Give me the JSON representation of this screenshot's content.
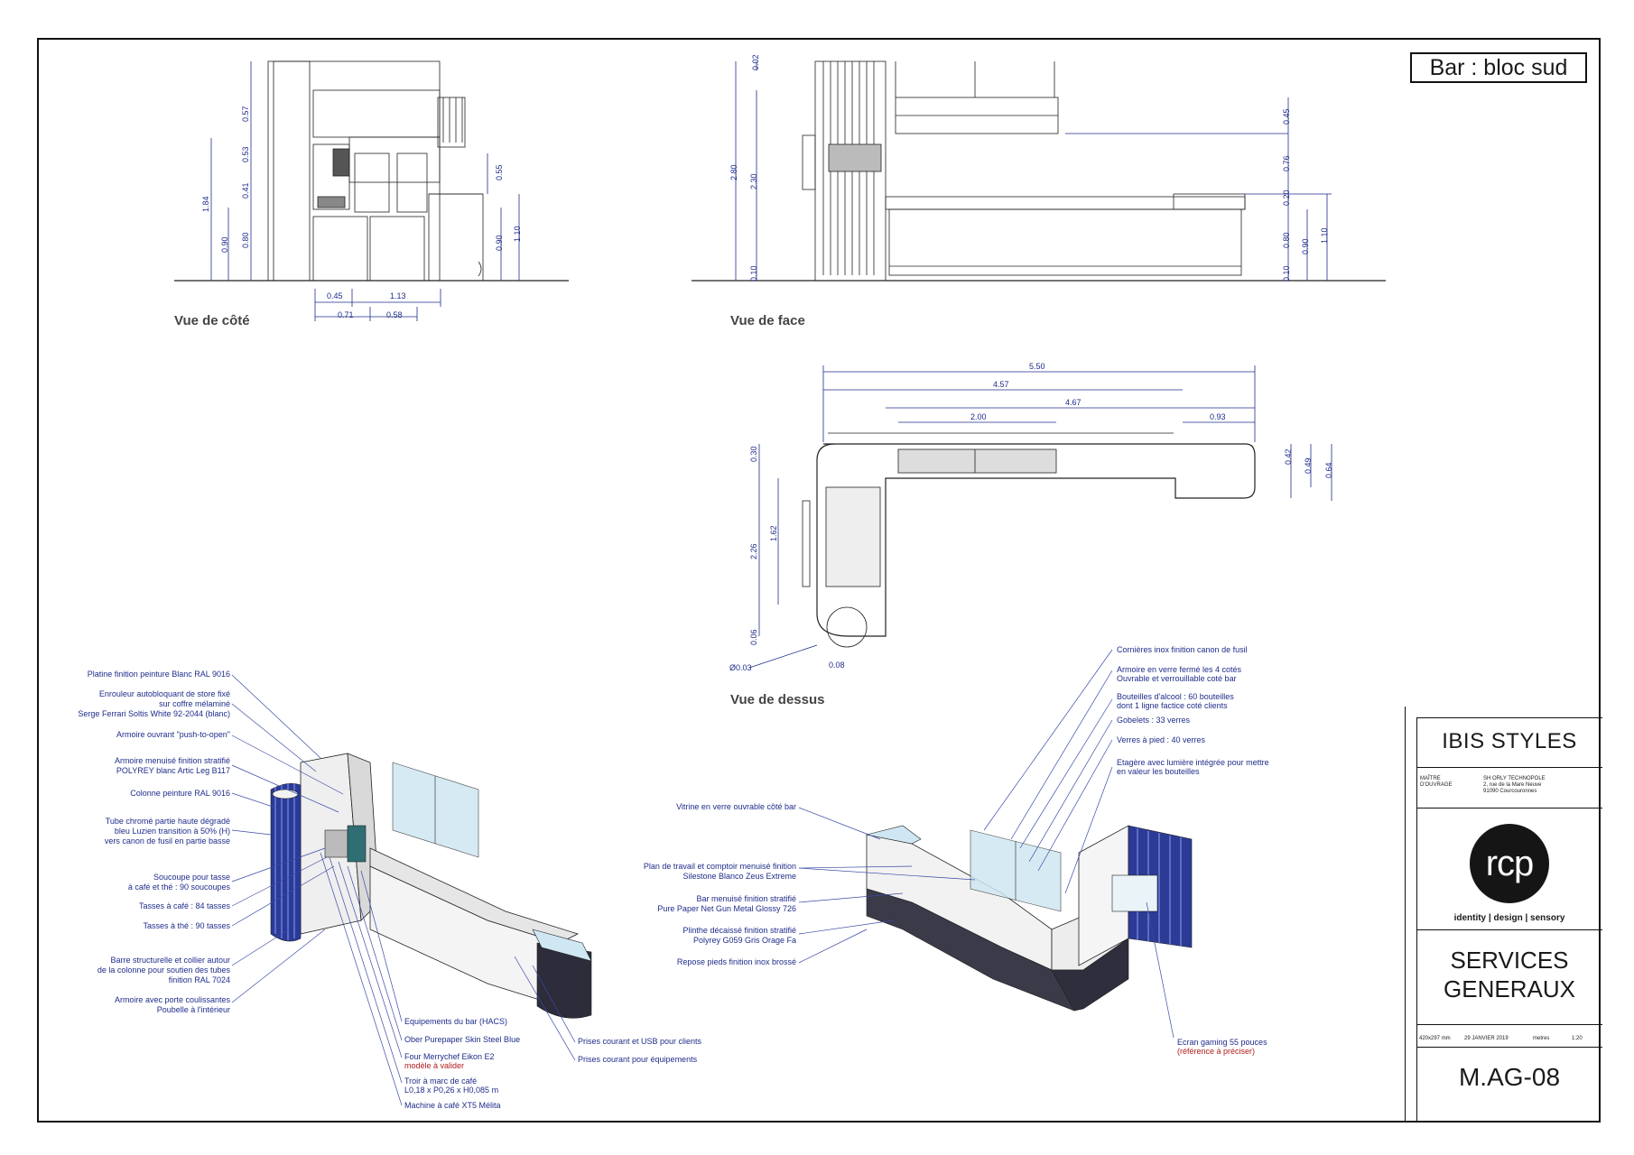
{
  "sheet_title": "Bar : bloc sud",
  "views": {
    "side": "Vue de côté",
    "front": "Vue de face",
    "top": "Vue de dessus"
  },
  "dimensions": {
    "side_vertical": [
      "0.57",
      "0.53",
      "0.41",
      "0.80",
      "0.90",
      "1.84",
      "0.55",
      "0.90",
      "1.10"
    ],
    "side_horizontal": [
      "0.45",
      "1.13",
      "0.71",
      "0.58"
    ],
    "front_vertical": [
      "0.02",
      "2.80",
      "2.30",
      "0.10",
      "0.45",
      "0.76",
      "0.20",
      "0.80",
      "0.90",
      "1.10",
      "0.10"
    ],
    "top_horizontal": [
      "5.50",
      "4.57",
      "4.67",
      "2.00",
      "0.93"
    ],
    "top_vertical": [
      "0.30",
      "1.62",
      "2.26",
      "0.06",
      "0.42",
      "0.49",
      "0.64"
    ],
    "top_misc": [
      "Ø0.03",
      "0.08"
    ]
  },
  "left_labels": [
    {
      "lines": [
        "Platine finition peinture Blanc RAL 9016"
      ]
    },
    {
      "lines": [
        "Enrouleur autobloquant de store fixé",
        "sur coffre mélaminé",
        "Serge Ferrari Soltis White 92-2044 (blanc)"
      ]
    },
    {
      "lines": [
        "Armoire ouvrant \"push-to-open\""
      ]
    },
    {
      "lines": [
        "Armoire menuisé finition stratifié",
        "POLYREY blanc Artic Leg B117"
      ]
    },
    {
      "lines": [
        "Colonne peinture RAL 9016"
      ]
    },
    {
      "lines": [
        "Tube chromé partie haute dégradé",
        "bleu Luzien transition à 50% (H)",
        "vers canon de fusil en partie basse"
      ]
    },
    {
      "lines": [
        "Soucoupe pour tasse",
        "à café et thé : 90 soucoupes"
      ]
    },
    {
      "lines": [
        "Tasses à café : 84 tasses"
      ]
    },
    {
      "lines": [
        "Tasses à thé : 90 tasses"
      ]
    },
    {
      "lines": [
        "Barre structurelle et collier autour",
        "de la colonne pour soutien des tubes",
        "finition RAL 7024"
      ]
    },
    {
      "lines": [
        "Armoire avec porte coulissantes",
        "Poubelle à l'intérieur"
      ]
    }
  ],
  "bottom_labels": [
    {
      "text": "Equipements du bar (HACS)"
    },
    {
      "text": "Ober Purepaper Skin Steel Blue"
    },
    {
      "text": "Four Merrychef Eikon E2",
      "note": "modèle à valider"
    },
    {
      "text": "Troir à marc de café",
      "text2": "L0,18 x P0,26 x H0,085 m"
    },
    {
      "text": "Machine à café XT5 Mélita"
    }
  ],
  "outlet_labels": [
    "Prises courant et USB pour clients",
    "Prises courant pour équipements"
  ],
  "mid_labels": [
    {
      "lines": [
        "Vitrine en verre ouvrable côté bar"
      ]
    },
    {
      "lines": [
        "Plan de travail et comptoir menuisé finition",
        "Silestone Blanco Zeus Extreme"
      ]
    },
    {
      "lines": [
        "Bar menuisé finition stratifié",
        "Pure Paper Net Gun Metal Glossy 726"
      ]
    },
    {
      "lines": [
        "Plinthe décaissé finition stratifié",
        "Polyrey G059 Gris Orage Fa"
      ]
    },
    {
      "lines": [
        "Repose pieds finition inox brossé"
      ]
    }
  ],
  "right_labels": [
    {
      "lines": [
        "Cornières inox finition canon de fusil"
      ]
    },
    {
      "lines": [
        "Armoire en verre fermé les 4 cotés",
        "Ouvrable et verrouillable coté bar"
      ]
    },
    {
      "lines": [
        "Bouteilles d'alcool : 60 bouteilles",
        "dont 1 ligne factice coté clients"
      ]
    },
    {
      "lines": [
        "Gobelets : 33 verres"
      ]
    },
    {
      "lines": [
        "Verres à pied : 40 verres"
      ]
    },
    {
      "lines": [
        "Etagère avec lumière intégrée pour mettre",
        "en valeur les bouteilles"
      ]
    }
  ],
  "screen_label": {
    "text": "Ecran gaming 55 pouces",
    "note": "(référence à préciser)"
  },
  "cartouche": {
    "client": "IBIS STYLES",
    "mo_label_1": "MAÎTRE",
    "mo_label_2": "D'OUVRAGE",
    "address_1": "SH ORLY TECHNOPOLE",
    "address_2": "2, rue de la Mare Neuve",
    "address_3": "91090 Courcouronnes",
    "logo_text": "rcp",
    "tagline": "identity | design | sensory",
    "service_1": "SERVICES",
    "service_2": "GENERAUX",
    "format_value": "420x297 mm",
    "date_value": "29 JANVIER 2019",
    "unit_value": "metres",
    "scale_value": "1:20",
    "plan_code": "M.AG-08"
  }
}
